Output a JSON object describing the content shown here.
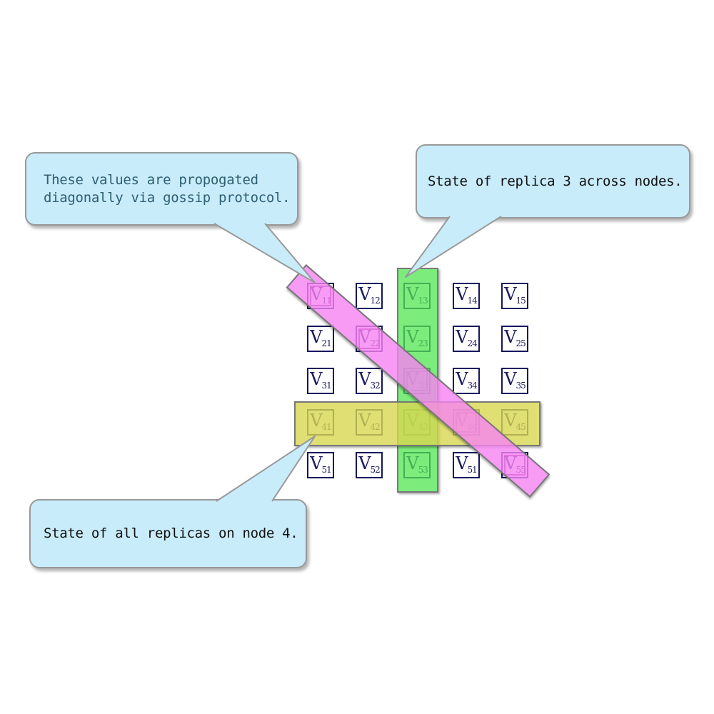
{
  "callouts": [
    {
      "id": "gossip-note",
      "lines": [
        "These values are propogated",
        "diagonally via gossip protocol."
      ]
    },
    {
      "id": "replica-note",
      "text": "State of replica 3 across nodes."
    },
    {
      "id": "node-note",
      "text": "State of all replicas on node 4."
    }
  ],
  "matrix": {
    "letter": "V",
    "cells": [
      {
        "sub": "11",
        "highlights": [
          "diagonal"
        ]
      },
      {
        "sub": "12",
        "highlights": []
      },
      {
        "sub": "13",
        "highlights": [
          "column"
        ]
      },
      {
        "sub": "14",
        "highlights": []
      },
      {
        "sub": "15",
        "highlights": []
      },
      {
        "sub": "21",
        "highlights": []
      },
      {
        "sub": "22",
        "highlights": [
          "diagonal"
        ]
      },
      {
        "sub": "23",
        "highlights": [
          "column"
        ]
      },
      {
        "sub": "24",
        "highlights": []
      },
      {
        "sub": "25",
        "highlights": []
      },
      {
        "sub": "31",
        "highlights": []
      },
      {
        "sub": "32",
        "highlights": []
      },
      {
        "sub": "33",
        "highlights": [
          "column",
          "diagonal"
        ]
      },
      {
        "sub": "34",
        "highlights": []
      },
      {
        "sub": "35",
        "highlights": []
      },
      {
        "sub": "41",
        "highlights": [
          "row"
        ]
      },
      {
        "sub": "42",
        "highlights": [
          "row"
        ]
      },
      {
        "sub": "43",
        "highlights": [
          "column",
          "row"
        ]
      },
      {
        "sub": "44",
        "highlights": [
          "row",
          "diagonal"
        ]
      },
      {
        "sub": "45",
        "highlights": [
          "row"
        ]
      },
      {
        "sub": "51",
        "highlights": []
      },
      {
        "sub": "52",
        "highlights": []
      },
      {
        "sub": "53",
        "highlights": [
          "column"
        ]
      },
      {
        "sub": "51",
        "highlights": []
      },
      {
        "sub": "55",
        "highlights": [
          "diagonal"
        ]
      }
    ]
  },
  "colors": {
    "callout_fill": "#c9ecfb",
    "callout_border": "#999999",
    "callout1_text": "#2e5f73",
    "callout_text": "#111111",
    "cell_border": "#15155e",
    "label_color": "#1a1a5e",
    "band_border": "#777777",
    "green_band": "rgba(80,230,80,0.75)",
    "yellow_band": "rgba(215,215,80,0.8)",
    "pink_band": "rgba(246,130,243,0.8)",
    "outline_purple": "#993399"
  }
}
